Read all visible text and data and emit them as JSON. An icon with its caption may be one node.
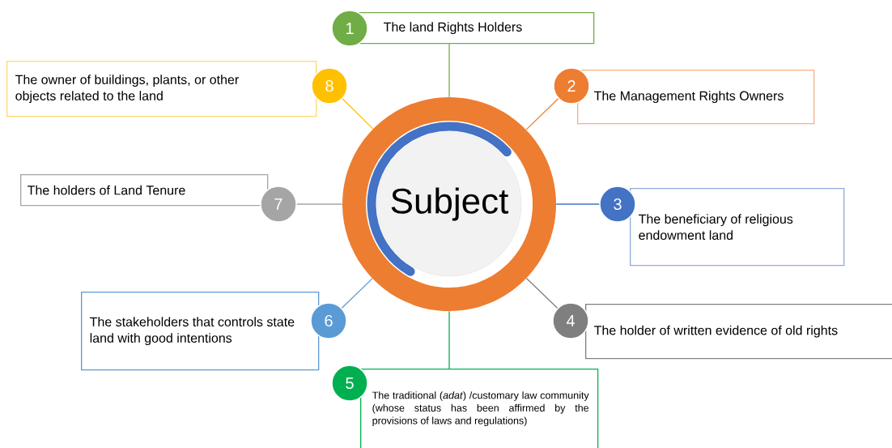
{
  "diagram": {
    "nodes": [
      {
        "text": [
          "Subject"
        ]
      },
      {
        "text": [
          "1"
        ]
      },
      {
        "text": [
          "The land Rights Holders"
        ]
      },
      {
        "text": [
          "2"
        ]
      },
      {
        "text": [
          "The Management Rights Owners"
        ]
      },
      {
        "text": [
          "3"
        ]
      },
      {
        "text": [
          "The beneficiary of religious endowment land"
        ]
      },
      {
        "text": [
          "4"
        ]
      },
      {
        "text": [
          "The holder of written evidence of old rights"
        ]
      },
      {
        "text": [
          "5"
        ]
      },
      {
        "text": [
          "The traditional (*adat*) /customary law community (whose status has been affirmed by the provisions of laws and regulations)"
        ]
      },
      {
        "text": [
          "6"
        ]
      },
      {
        "text": [
          "The stakeholders that controls state land with good intentions"
        ]
      },
      {
        "text": [
          "7"
        ]
      },
      {
        "text": [
          "The holders of Land Tenure"
        ]
      },
      {
        "text": [
          "8"
        ]
      },
      {
        "text": [
          "The owner of buildings, plants, or other objects related to the land"
        ]
      }
    ],
    "edges": [
      {
        "from": 0,
        "to": 2,
        "arrow": "none",
        "color": "#70ad47"
      },
      {
        "from": 0,
        "to": 3,
        "arrow": "none",
        "color": "#ed7d31"
      },
      {
        "from": 0,
        "to": 5,
        "arrow": "none",
        "color": "#4472c4"
      },
      {
        "from": 0,
        "to": 7,
        "arrow": "none",
        "color": "#7f7f7f"
      },
      {
        "from": 0,
        "to": 10,
        "arrow": "none",
        "color": "#00b050"
      },
      {
        "from": 0,
        "to": 11,
        "arrow": "none",
        "color": "#5b9bd5"
      },
      {
        "from": 0,
        "to": 13,
        "arrow": "none",
        "color": "#a5a5a5"
      },
      {
        "from": 0,
        "to": 15,
        "arrow": "none",
        "color": "#ffc000"
      }
    ]
  }
}
